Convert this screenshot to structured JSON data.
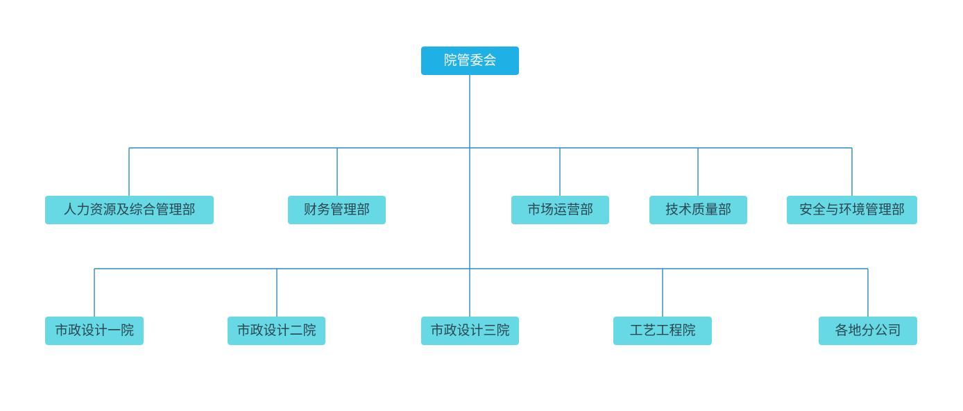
{
  "root": {
    "label": "院管委会"
  },
  "departments": [
    {
      "label": "人力资源及综合管理部"
    },
    {
      "label": "财务管理部"
    },
    {
      "label": "市场运营部"
    },
    {
      "label": "技术质量部"
    },
    {
      "label": "安全与环境管理部"
    }
  ],
  "institutes": [
    {
      "label": "市政设计一院"
    },
    {
      "label": "市政设计二院"
    },
    {
      "label": "市政设计三院"
    },
    {
      "label": "工艺工程院"
    },
    {
      "label": "各地分公司"
    }
  ],
  "colors": {
    "root_fill": "#1fb0e6",
    "node_fill": "#66d9e5",
    "connector": "#2b8bc0"
  }
}
